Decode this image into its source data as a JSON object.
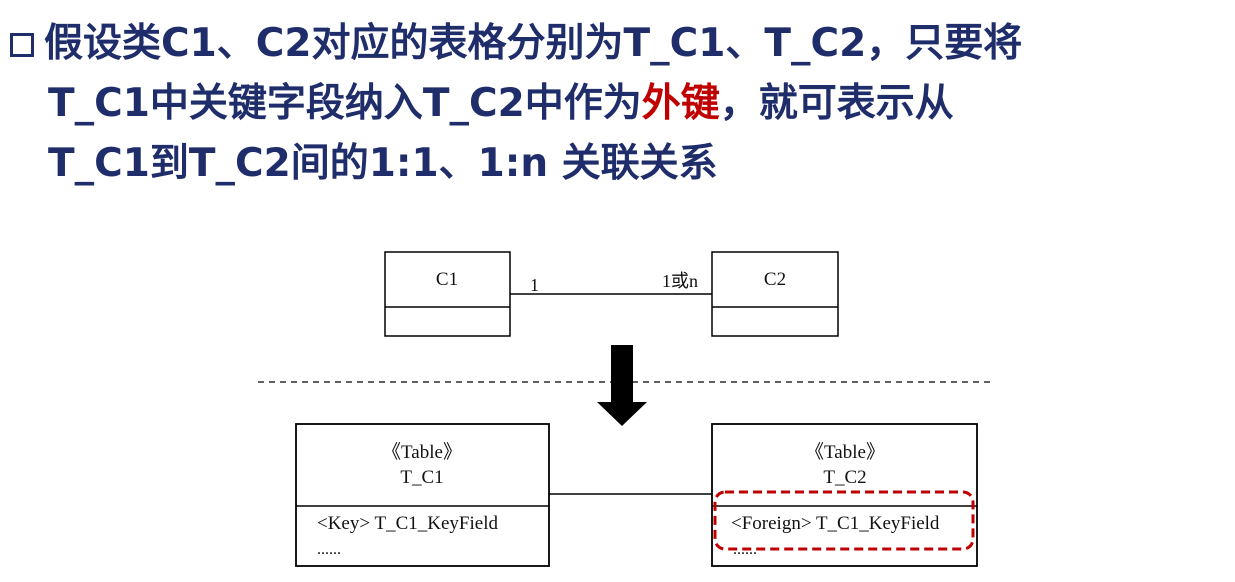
{
  "heading": {
    "line1": "假设类C1、C2对应的表格分别为T_C1、T_C2，只要将",
    "line2_before": "T_C1中关键字段纳入T_C2中作为",
    "line2_highlight": "外键",
    "line2_after": "，就可表示从",
    "line3": "T_C1到T_C2间的1:1、1:n 关联关系"
  },
  "uml": {
    "class_left": "C1",
    "class_right": "C2",
    "multiplicity_left": "1",
    "multiplicity_right": "1或n"
  },
  "tables": {
    "left": {
      "stereotype": "《Table》",
      "name": "T_C1",
      "field1": "<Key> T_C1_KeyField",
      "field2": "......"
    },
    "right": {
      "stereotype": "《Table》",
      "name": "T_C2",
      "field1": "<Foreign> T_C1_KeyField",
      "field2": "......"
    }
  },
  "colors": {
    "heading": "#1F2D6B",
    "highlight": "#C00000",
    "foreign_box": "#C00000"
  }
}
